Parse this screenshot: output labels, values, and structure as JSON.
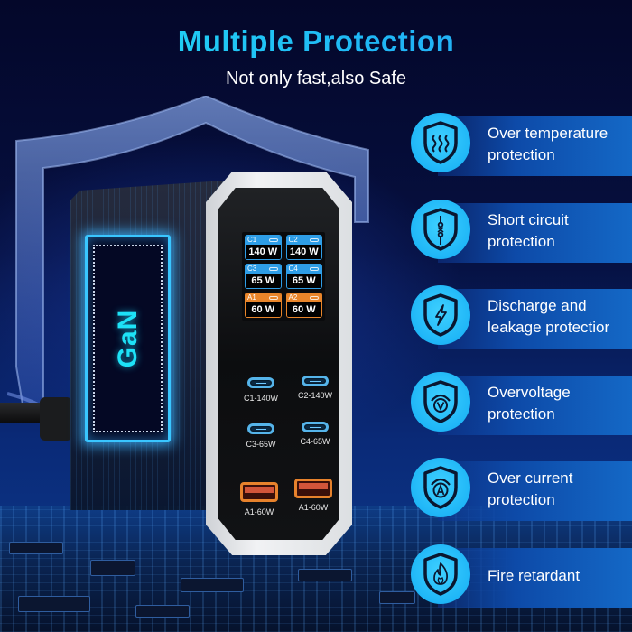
{
  "header": {
    "title": "Multiple Protection",
    "subtitle": "Not only fast,also Safe"
  },
  "product": {
    "chip_label": "GaN",
    "screen": {
      "tiles": [
        {
          "port": "C1",
          "value": "140 W",
          "type": "usb-c"
        },
        {
          "port": "C2",
          "value": "140 W",
          "type": "usb-c"
        },
        {
          "port": "C3",
          "value": "65 W",
          "type": "usb-c"
        },
        {
          "port": "C4",
          "value": "65 W",
          "type": "usb-c"
        },
        {
          "port": "A1",
          "value": "60 W",
          "type": "usb-a"
        },
        {
          "port": "A2",
          "value": "60 W",
          "type": "usb-a"
        }
      ]
    },
    "ports": [
      {
        "label": "C1-140W",
        "type": "usb-c"
      },
      {
        "label": "C2-140W",
        "type": "usb-c"
      },
      {
        "label": "C3-65W",
        "type": "usb-c"
      },
      {
        "label": "C4-65W",
        "type": "usb-c"
      },
      {
        "label": "A1-60W",
        "type": "usb-a"
      },
      {
        "label": "A1-60W",
        "type": "usb-a"
      }
    ]
  },
  "features": [
    {
      "icon": "heat-shield-icon",
      "line1": "Over temperature",
      "line2": "protection"
    },
    {
      "icon": "circuit-shield-icon",
      "line1": "Short circuit",
      "line2": "protection"
    },
    {
      "icon": "lightning-shield-icon",
      "line1": "Discharge and",
      "line2": "leakage protectior"
    },
    {
      "icon": "voltage-shield-icon",
      "line1": "Overvoltage",
      "line2": "protection"
    },
    {
      "icon": "current-shield-icon",
      "line1": "Over current",
      "line2": "protection"
    },
    {
      "icon": "fire-shield-icon",
      "line1": "Fire retardant",
      "line2": ""
    }
  ],
  "colors": {
    "accent_cyan": "#1fc8f4",
    "badge_blue": "#1fb6f7",
    "usb_c_blue": "#2e9de6",
    "usb_a_orange": "#e9852a",
    "background_navy": "#050a2a"
  }
}
